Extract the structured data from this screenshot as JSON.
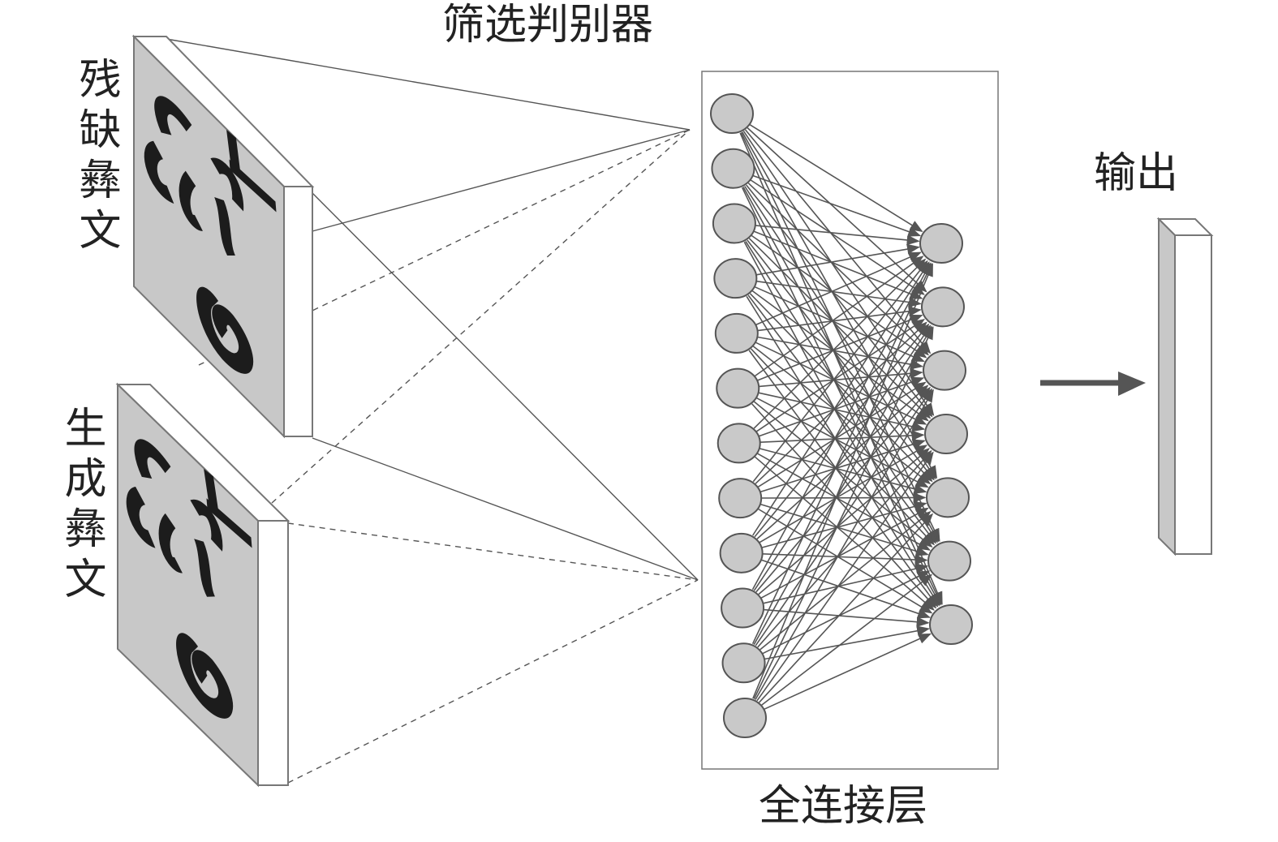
{
  "labels": {
    "discriminator": "筛选判别器",
    "incomplete_yi": "残缺彝文",
    "generated_yi": "生成彝文",
    "fully_connected": "全连接层",
    "output": "输出"
  },
  "network": {
    "input_nodes": 12,
    "output_nodes": 7
  },
  "colors": {
    "line": "#555555",
    "node_fill": "#c9c9c9",
    "panel_fill": "#c8c8c8",
    "glyph": "#1c1c1c"
  },
  "icons": {
    "arrow": "right-arrow-icon"
  }
}
